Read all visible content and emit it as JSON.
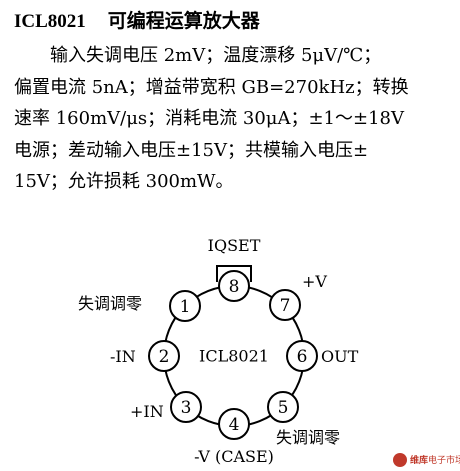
{
  "title": {
    "part": "ICL8021",
    "name": "可编程运算放大器"
  },
  "description": [
    "输入失调电压 2mV；温度漂移 5μV/℃；",
    "偏置电流 5nA；增益带宽积 GB=270kHz；转换",
    "速率 160mV/μs；消耗电流 30μA；±1～±18V",
    "电源；差动输入电压±15V；共模输入电压±",
    "15V；允许损耗 300mW。"
  ],
  "diagram": {
    "chip_label": "ICL8021",
    "pins": [
      {
        "num": "1",
        "label": "失调调零"
      },
      {
        "num": "2",
        "label": "-IN"
      },
      {
        "num": "3",
        "label": "+IN"
      },
      {
        "num": "4",
        "label": "-V (CASE)"
      },
      {
        "num": "5",
        "label": "失调调零"
      },
      {
        "num": "6",
        "label": "OUT"
      },
      {
        "num": "7",
        "label": "+V"
      },
      {
        "num": "8",
        "label": "IQSET"
      }
    ]
  },
  "watermark": {
    "brand": "维库",
    "sub": "电子市场网"
  }
}
